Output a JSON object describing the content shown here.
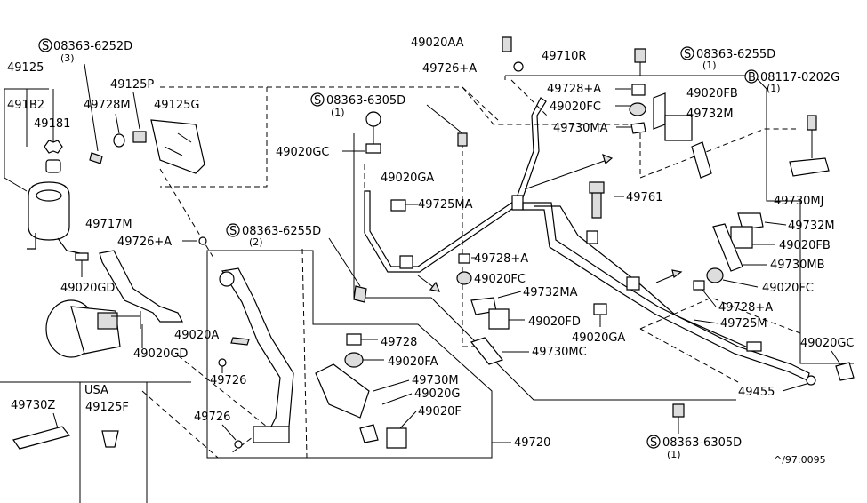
{
  "labels": {
    "s_08363_6252d": "08363-6252D",
    "q3": "(3)",
    "p49125": "49125",
    "p491b2": "491B2",
    "p49181": "49181",
    "p49125p": "49125P",
    "p49728m": "49728M",
    "p49125g": "49125G",
    "p49717m": "49717M",
    "p49726a_left": "49726+A",
    "p49020gd_1": "49020GD",
    "p49020gd_2": "49020GD",
    "p49020a": "49020A",
    "p49726_1": "49726",
    "p49726_2": "49726",
    "s_08363_6255d_mid": "08363-6255D",
    "q2": "(2)",
    "p49728": "49728",
    "p49020fa": "49020FA",
    "p49730m": "49730M",
    "p49020g": "49020G",
    "p49020f": "49020F",
    "p49720": "49720",
    "p49730z": "49730Z",
    "usa": "USA",
    "p49125f": "49125F",
    "p49020aa": "49020AA",
    "p49726a_top": "49726+A",
    "p49710r": "49710R",
    "s_08363_6255d_top": "08363-6255D",
    "q1_a": "(1)",
    "b_08117_0202g": "08117-0202G",
    "q1_b": "(1)",
    "p49728a_top": "49728+A",
    "p49020fc_top": "49020FC",
    "p49020fb_top": "49020FB",
    "p49732m_top": "49732M",
    "p49730ma": "49730MA",
    "s_08363_6305d_top": "08363-6305D",
    "q1_c": "(1)",
    "p49020gc_left": "49020GC",
    "p49020ga_top": "49020GA",
    "p49725ma": "49725MA",
    "p49761": "49761",
    "p49730mj": "49730MJ",
    "p49732m_right": "49732M",
    "p49020fb_right": "49020FB",
    "p49730mb": "49730MB",
    "p49020fc_right": "49020FC",
    "p49728a_right": "49728+A",
    "p49725m": "49725M",
    "p49020gc_right": "49020GC",
    "p49455": "49455",
    "p49728a_mid": "49728+A",
    "p49020fc_mid": "49020FC",
    "p49732ma": "49732MA",
    "p49020fd": "49020FD",
    "p49020ga_mid": "49020GA",
    "p49730mc": "49730MC",
    "s_08363_6305d_bot": "08363-6305D",
    "q1_d": "(1)",
    "ref_code": "^/97:0095"
  },
  "symbols": {
    "s_circle": "S",
    "b_circle": "B"
  }
}
